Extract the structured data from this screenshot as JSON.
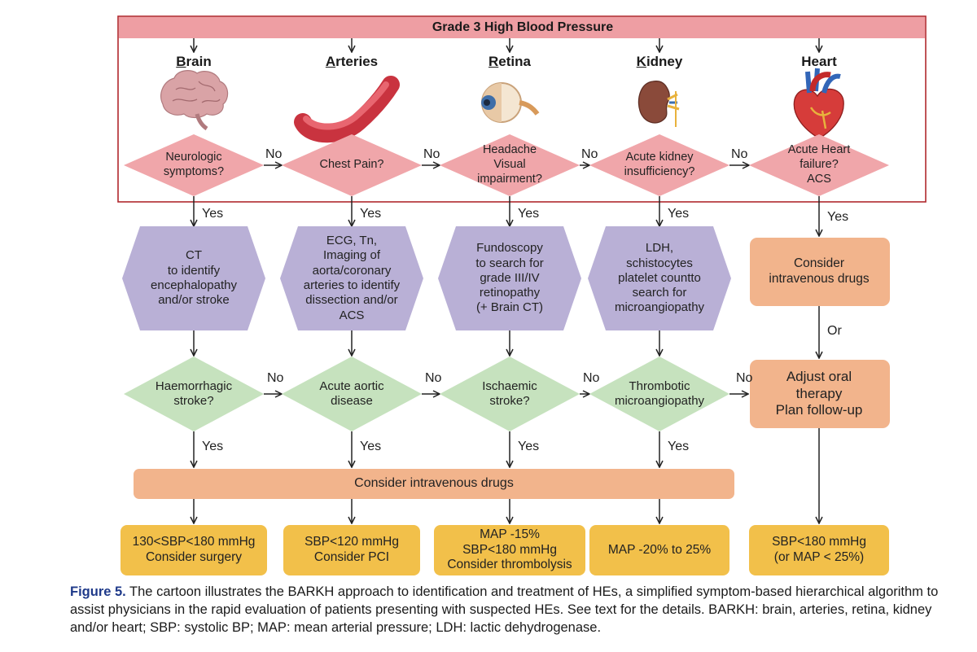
{
  "header": {
    "title": "Grade 3 High Blood Pressure"
  },
  "organs": [
    {
      "first": "B",
      "rest": "rain",
      "icon": "brain-icon"
    },
    {
      "first": "A",
      "rest": "rteries",
      "icon": "artery-icon"
    },
    {
      "first": "R",
      "rest": "etina",
      "icon": "eye-icon"
    },
    {
      "first": "K",
      "rest": "idney",
      "icon": "kidney-icon"
    },
    {
      "first": "",
      "rest": "Heart",
      "icon": "heart-icon"
    }
  ],
  "symptoms": [
    "Neurologic\nsymptoms?",
    "Chest Pain?",
    "Headache\nVisual\nimpairment?",
    "Acute kidney\ninsufficiency?",
    "Acute Heart\nfailure?\nACS"
  ],
  "tests": [
    "CT\nto identify\nencephalopathy\nand/or stroke",
    "ECG, Tn,\nImaging of\naorta/coronary\narteries to identify\ndissection and/or\nACS",
    "Fundoscopy\nto search for\ngrade III/IV\nretinopathy\n(+ Brain CT)",
    "LDH,\nschistocytes\nplatelet countto\nsearch for\nmicroangiopathy"
  ],
  "heart_iv": "Consider\nintravenous drugs",
  "or_label": "Or",
  "diagnoses": [
    "Haemorrhagic\nstroke?",
    "Acute aortic\ndisease",
    "Ischaemic\nstroke?",
    "Thrombotic\nmicroangiopathy"
  ],
  "oral": "Adjust oral\ntherapy\nPlan follow-up",
  "iv_bar": "Consider intravenous drugs",
  "targets": [
    "130<SBP<180 mmHg\nConsider surgery",
    "SBP<120 mmHg\nConsider PCI",
    "MAP -15%\nSBP<180 mmHg\nConsider thrombolysis",
    "MAP -20% to 25%",
    "SBP<180 mmHg\n(or MAP < 25%)"
  ],
  "yes": "Yes",
  "no": "No",
  "caption": {
    "figure": "Figure 5.",
    "text": " The cartoon illustrates the BARKH approach to identification and treatment of HEs, a simplified symptom-based hierarchical algorithm to assist physicians in the rapid evaluation of patients presenting with suspected HEs. See text for the details. BARKH: brain, arteries, retina, kidney and/or heart; SBP: systolic BP; MAP: mean arterial pressure; LDH: lactic dehydrogenase."
  },
  "colors": {
    "header_fill": "#ee9ea3",
    "frame": "#b0282d",
    "pink": "#f0a6aa",
    "purple": "#b9b0d6",
    "green": "#c6e2be",
    "orange": "#f2b48c",
    "gold": "#f2c04a"
  }
}
